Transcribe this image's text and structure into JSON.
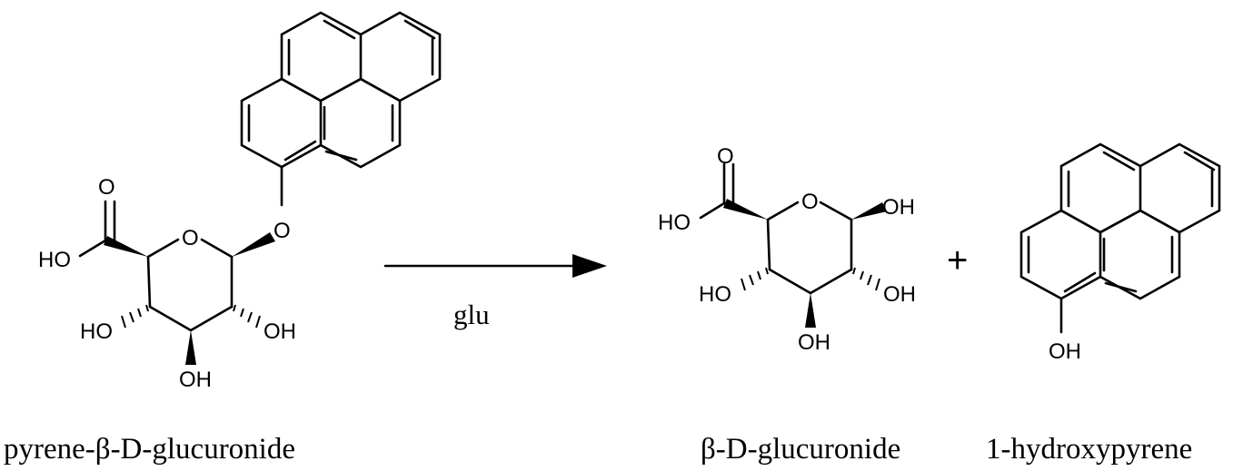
{
  "atom_labels": {
    "O": "O",
    "OH": "OH",
    "HO": "HO"
  },
  "reaction": {
    "reagent": "glu",
    "plus": "+"
  },
  "compounds": {
    "substrate_name": "pyrene-β-D-glucuronide",
    "product1_name": "β-D-glucuronide",
    "product2_name": "1-hydroxypyrene"
  }
}
